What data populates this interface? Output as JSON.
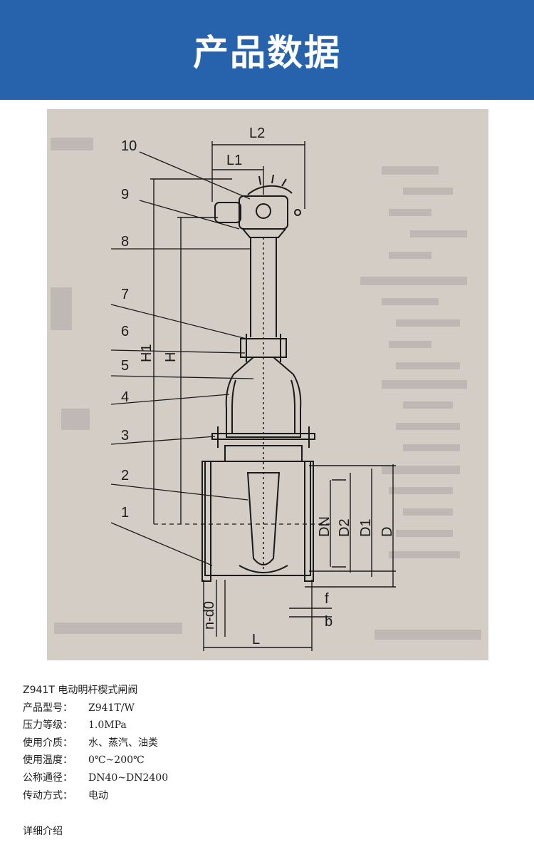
{
  "header": {
    "title": "产品数据"
  },
  "drawing": {
    "part_numbers": [
      "10",
      "9",
      "8",
      "7",
      "6",
      "5",
      "4",
      "3",
      "2",
      "1"
    ],
    "dimensions": {
      "L2": "L2",
      "L1": "L1",
      "H1": "H1",
      "H": "H",
      "DN": "DN",
      "D2": "D2",
      "D1": "D1",
      "D": "D",
      "f": "f",
      "b": "b",
      "n_d0": "n-d0",
      "L": "L"
    }
  },
  "specs": {
    "model_title": "Z941T 电动明杆楔式闸阀",
    "rows": [
      {
        "label": "产品型号：",
        "value": "Z941T/W"
      },
      {
        "label": "压力等级：",
        "value": "1.0MPa"
      },
      {
        "label": "使用介质：",
        "value": "水、蒸汽、油类"
      },
      {
        "label": "使用温度：",
        "value": "0℃~200℃"
      },
      {
        "label": "公称通径：",
        "value": "DN40~DN2400"
      },
      {
        "label": "传动方式：",
        "value": "电动"
      }
    ]
  },
  "detail": {
    "label": "详细介绍"
  }
}
